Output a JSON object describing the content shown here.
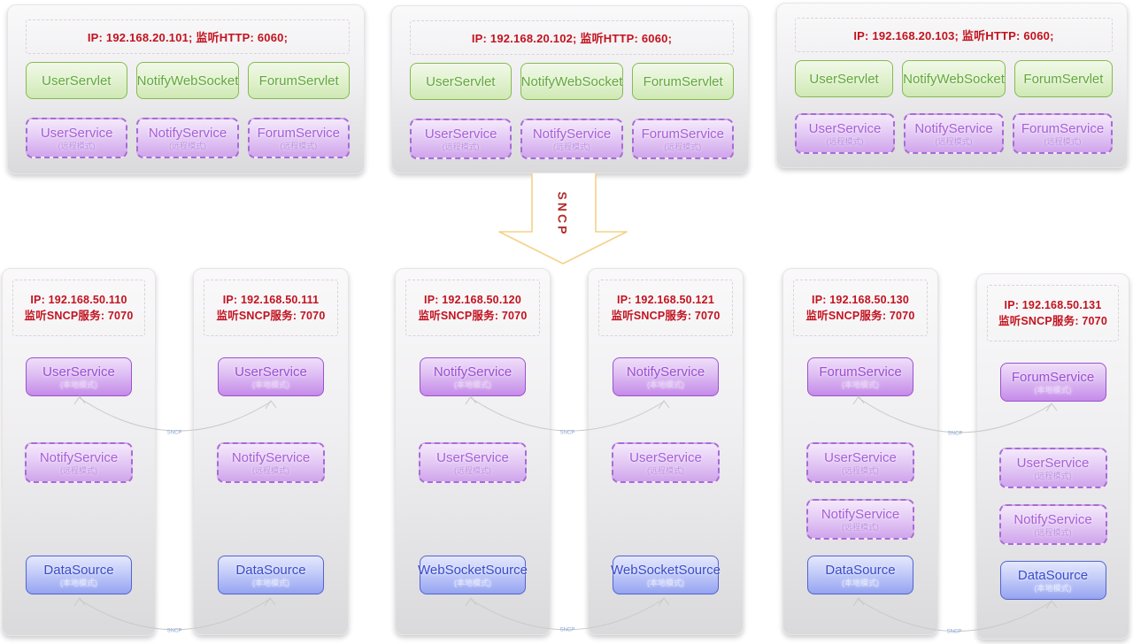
{
  "diagram": {
    "sncp_label": "SNCP",
    "connector_label": "SNCP"
  },
  "top_nodes": [
    {
      "ip_line": "IP: 192.168.20.101;  监听HTTP: 6060;",
      "servlets": [
        "UserServlet",
        "NotifyWebSocket",
        "ForumServlet"
      ],
      "services": [
        {
          "name": "UserService",
          "mode": "(远程模式)"
        },
        {
          "name": "NotifyService",
          "mode": "(远程模式)"
        },
        {
          "name": "ForumService",
          "mode": "(远程模式)"
        }
      ]
    },
    {
      "ip_line": "IP: 192.168.20.102;  监听HTTP: 6060;",
      "servlets": [
        "UserServlet",
        "NotifyWebSocket",
        "ForumServlet"
      ],
      "services": [
        {
          "name": "UserService",
          "mode": "(远程模式)"
        },
        {
          "name": "NotifyService",
          "mode": "(远程模式)"
        },
        {
          "name": "ForumService",
          "mode": "(远程模式)"
        }
      ]
    },
    {
      "ip_line": "IP: 192.168.20.103;  监听HTTP: 6060;",
      "servlets": [
        "UserServlet",
        "NotifyWebSocket",
        "ForumServlet"
      ],
      "services": [
        {
          "name": "UserService",
          "mode": "(远程模式)"
        },
        {
          "name": "NotifyService",
          "mode": "(远程模式)"
        },
        {
          "name": "ForumService",
          "mode": "(远程模式)"
        }
      ]
    }
  ],
  "bottom_nodes": [
    {
      "ip": "IP: 192.168.50.110",
      "listen": "监听SNCP服务: 7070",
      "services": [
        {
          "name": "UserService",
          "mode": "(本地模式)"
        },
        {
          "name": "NotifyService",
          "mode": "(远程模式)"
        },
        {
          "name": "DataSource",
          "mode": "(本地模式)"
        }
      ]
    },
    {
      "ip": "IP: 192.168.50.111",
      "listen": "监听SNCP服务: 7070",
      "services": [
        {
          "name": "UserService",
          "mode": "(本地模式)"
        },
        {
          "name": "NotifyService",
          "mode": "(远程模式)"
        },
        {
          "name": "DataSource",
          "mode": "(本地模式)"
        }
      ]
    },
    {
      "ip": "IP: 192.168.50.120",
      "listen": "监听SNCP服务: 7070",
      "services": [
        {
          "name": "NotifyService",
          "mode": "(本地模式)"
        },
        {
          "name": "UserService",
          "mode": "(远程模式)"
        },
        {
          "name": "WebSocketSource",
          "mode": "(本地模式)"
        }
      ]
    },
    {
      "ip": "IP: 192.168.50.121",
      "listen": "监听SNCP服务: 7070",
      "services": [
        {
          "name": "NotifyService",
          "mode": "(本地模式)"
        },
        {
          "name": "UserService",
          "mode": "(远程模式)"
        },
        {
          "name": "WebSocketSource",
          "mode": "(本地模式)"
        }
      ]
    },
    {
      "ip": "IP: 192.168.50.130",
      "listen": "监听SNCP服务: 7070",
      "services": [
        {
          "name": "ForumService",
          "mode": "(本地模式)"
        },
        {
          "name": "UserService",
          "mode": "(远程模式)"
        },
        {
          "name": "NotifyService",
          "mode": "(远程模式)"
        },
        {
          "name": "DataSource",
          "mode": "(本地模式)"
        }
      ]
    },
    {
      "ip": "IP: 192.168.50.131",
      "listen": "监听SNCP服务: 7070",
      "services": [
        {
          "name": "ForumService",
          "mode": "(本地模式)"
        },
        {
          "name": "UserService",
          "mode": "(远程模式)"
        },
        {
          "name": "NotifyService",
          "mode": "(远程模式)"
        },
        {
          "name": "DataSource",
          "mode": "(本地模式)"
        }
      ]
    }
  ],
  "colors": {
    "red_text": "#c2131f",
    "green_accent": "#88ba51",
    "purple_accent": "#9a52cf",
    "blue_accent": "#5264cd",
    "arrow_outline": "#f3d287",
    "connector_line": "#c9c9c9"
  }
}
